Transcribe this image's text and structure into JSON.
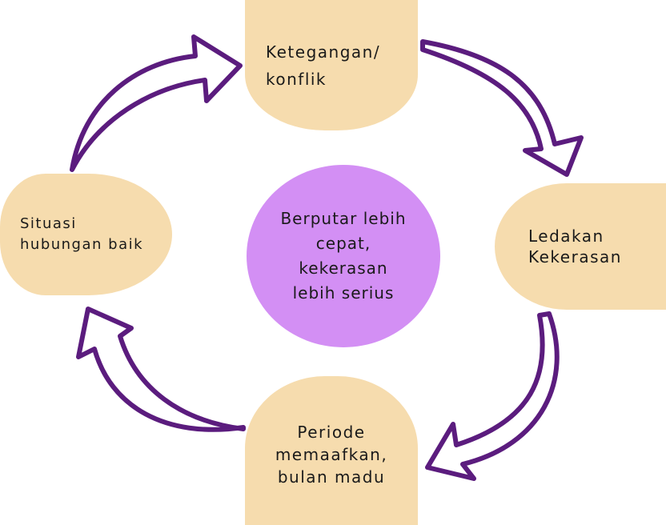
{
  "diagram": {
    "center": {
      "lines": [
        "Berputar lebih",
        "cepat,",
        "kekerasan",
        "lebih serius"
      ],
      "color": "#d38ff4"
    },
    "stages": {
      "top": {
        "lines": [
          "Ketegangan/",
          "konflik"
        ]
      },
      "right": {
        "lines": [
          "Ledakan",
          "Kekerasan"
        ]
      },
      "bottom": {
        "lines": [
          "Periode",
          "memaafkan,",
          "bulan madu"
        ]
      },
      "left": {
        "lines": [
          "Situasi",
          "hubungan baik"
        ]
      }
    },
    "colors": {
      "stage_fill": "#f6dcae",
      "arrow_stroke": "#5b1c7e",
      "arrow_fill": "#ffffff"
    },
    "arrows": [
      {
        "from": "top",
        "to": "right"
      },
      {
        "from": "right",
        "to": "bottom"
      },
      {
        "from": "bottom",
        "to": "left"
      },
      {
        "from": "left",
        "to": "top"
      }
    ]
  }
}
